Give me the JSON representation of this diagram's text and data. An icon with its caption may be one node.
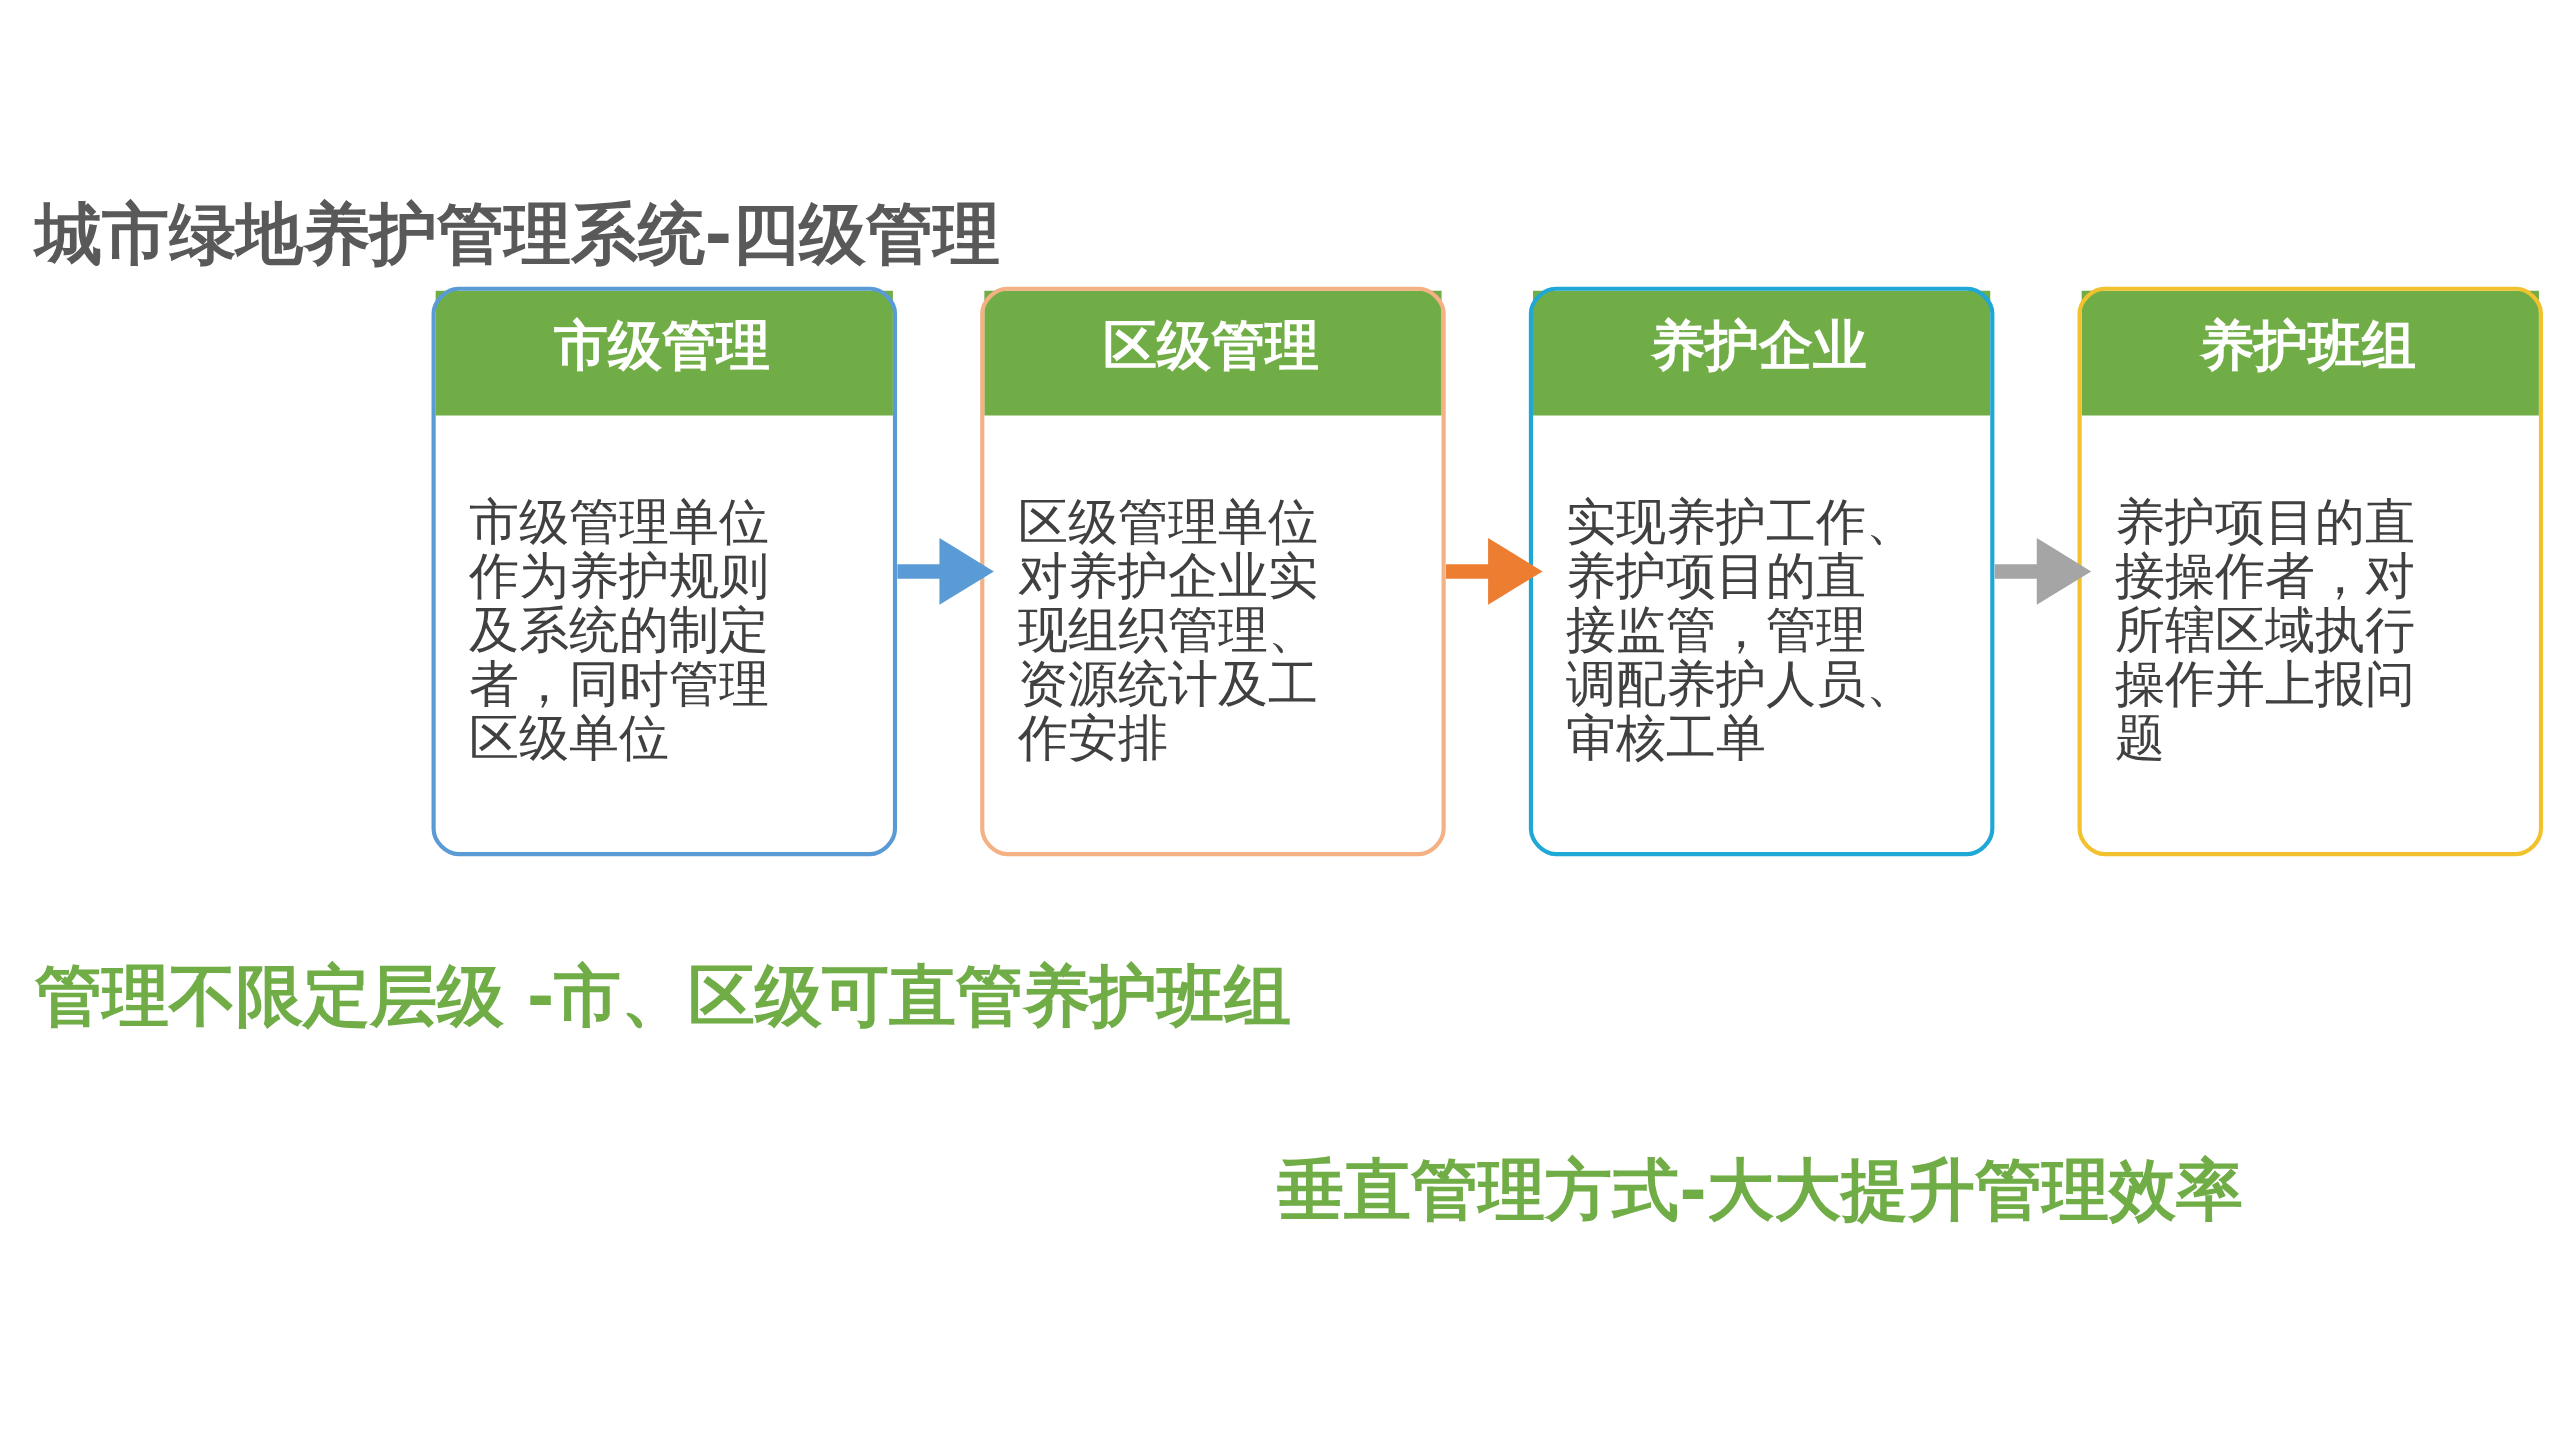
{
  "diagram": {
    "title": "城市绿地养护管理系统-四级管理",
    "nodes": [
      {
        "text": [
          "市级管理",
          "市级管理单位作为养护规则及系统的制定者，同时管理区级单位"
        ]
      },
      {
        "text": [
          "区级管理",
          "区级管理单位对养护企业实现组织管理、资源统计及工作安排"
        ]
      },
      {
        "text": [
          "养护企业",
          "实现养护工作、养护项目的直接监管，管理调配养护人员、审核工单"
        ]
      },
      {
        "text": [
          "养护班组",
          "养护项目的直接操作者，对所辖区域执行操作并上报问题"
        ]
      }
    ],
    "edges": [
      {
        "from": 0,
        "to": 1,
        "arrow": "to",
        "color": "#5b9bd5"
      },
      {
        "from": 1,
        "to": 2,
        "arrow": "to",
        "color": "#ed7d31"
      },
      {
        "from": 2,
        "to": 3,
        "arrow": "to",
        "color": "#a5a5a5"
      }
    ],
    "labels": [
      "管理不限定层级 -市、区级可直管养护班组",
      "垂直管理方式-大大提升管理效率"
    ]
  }
}
